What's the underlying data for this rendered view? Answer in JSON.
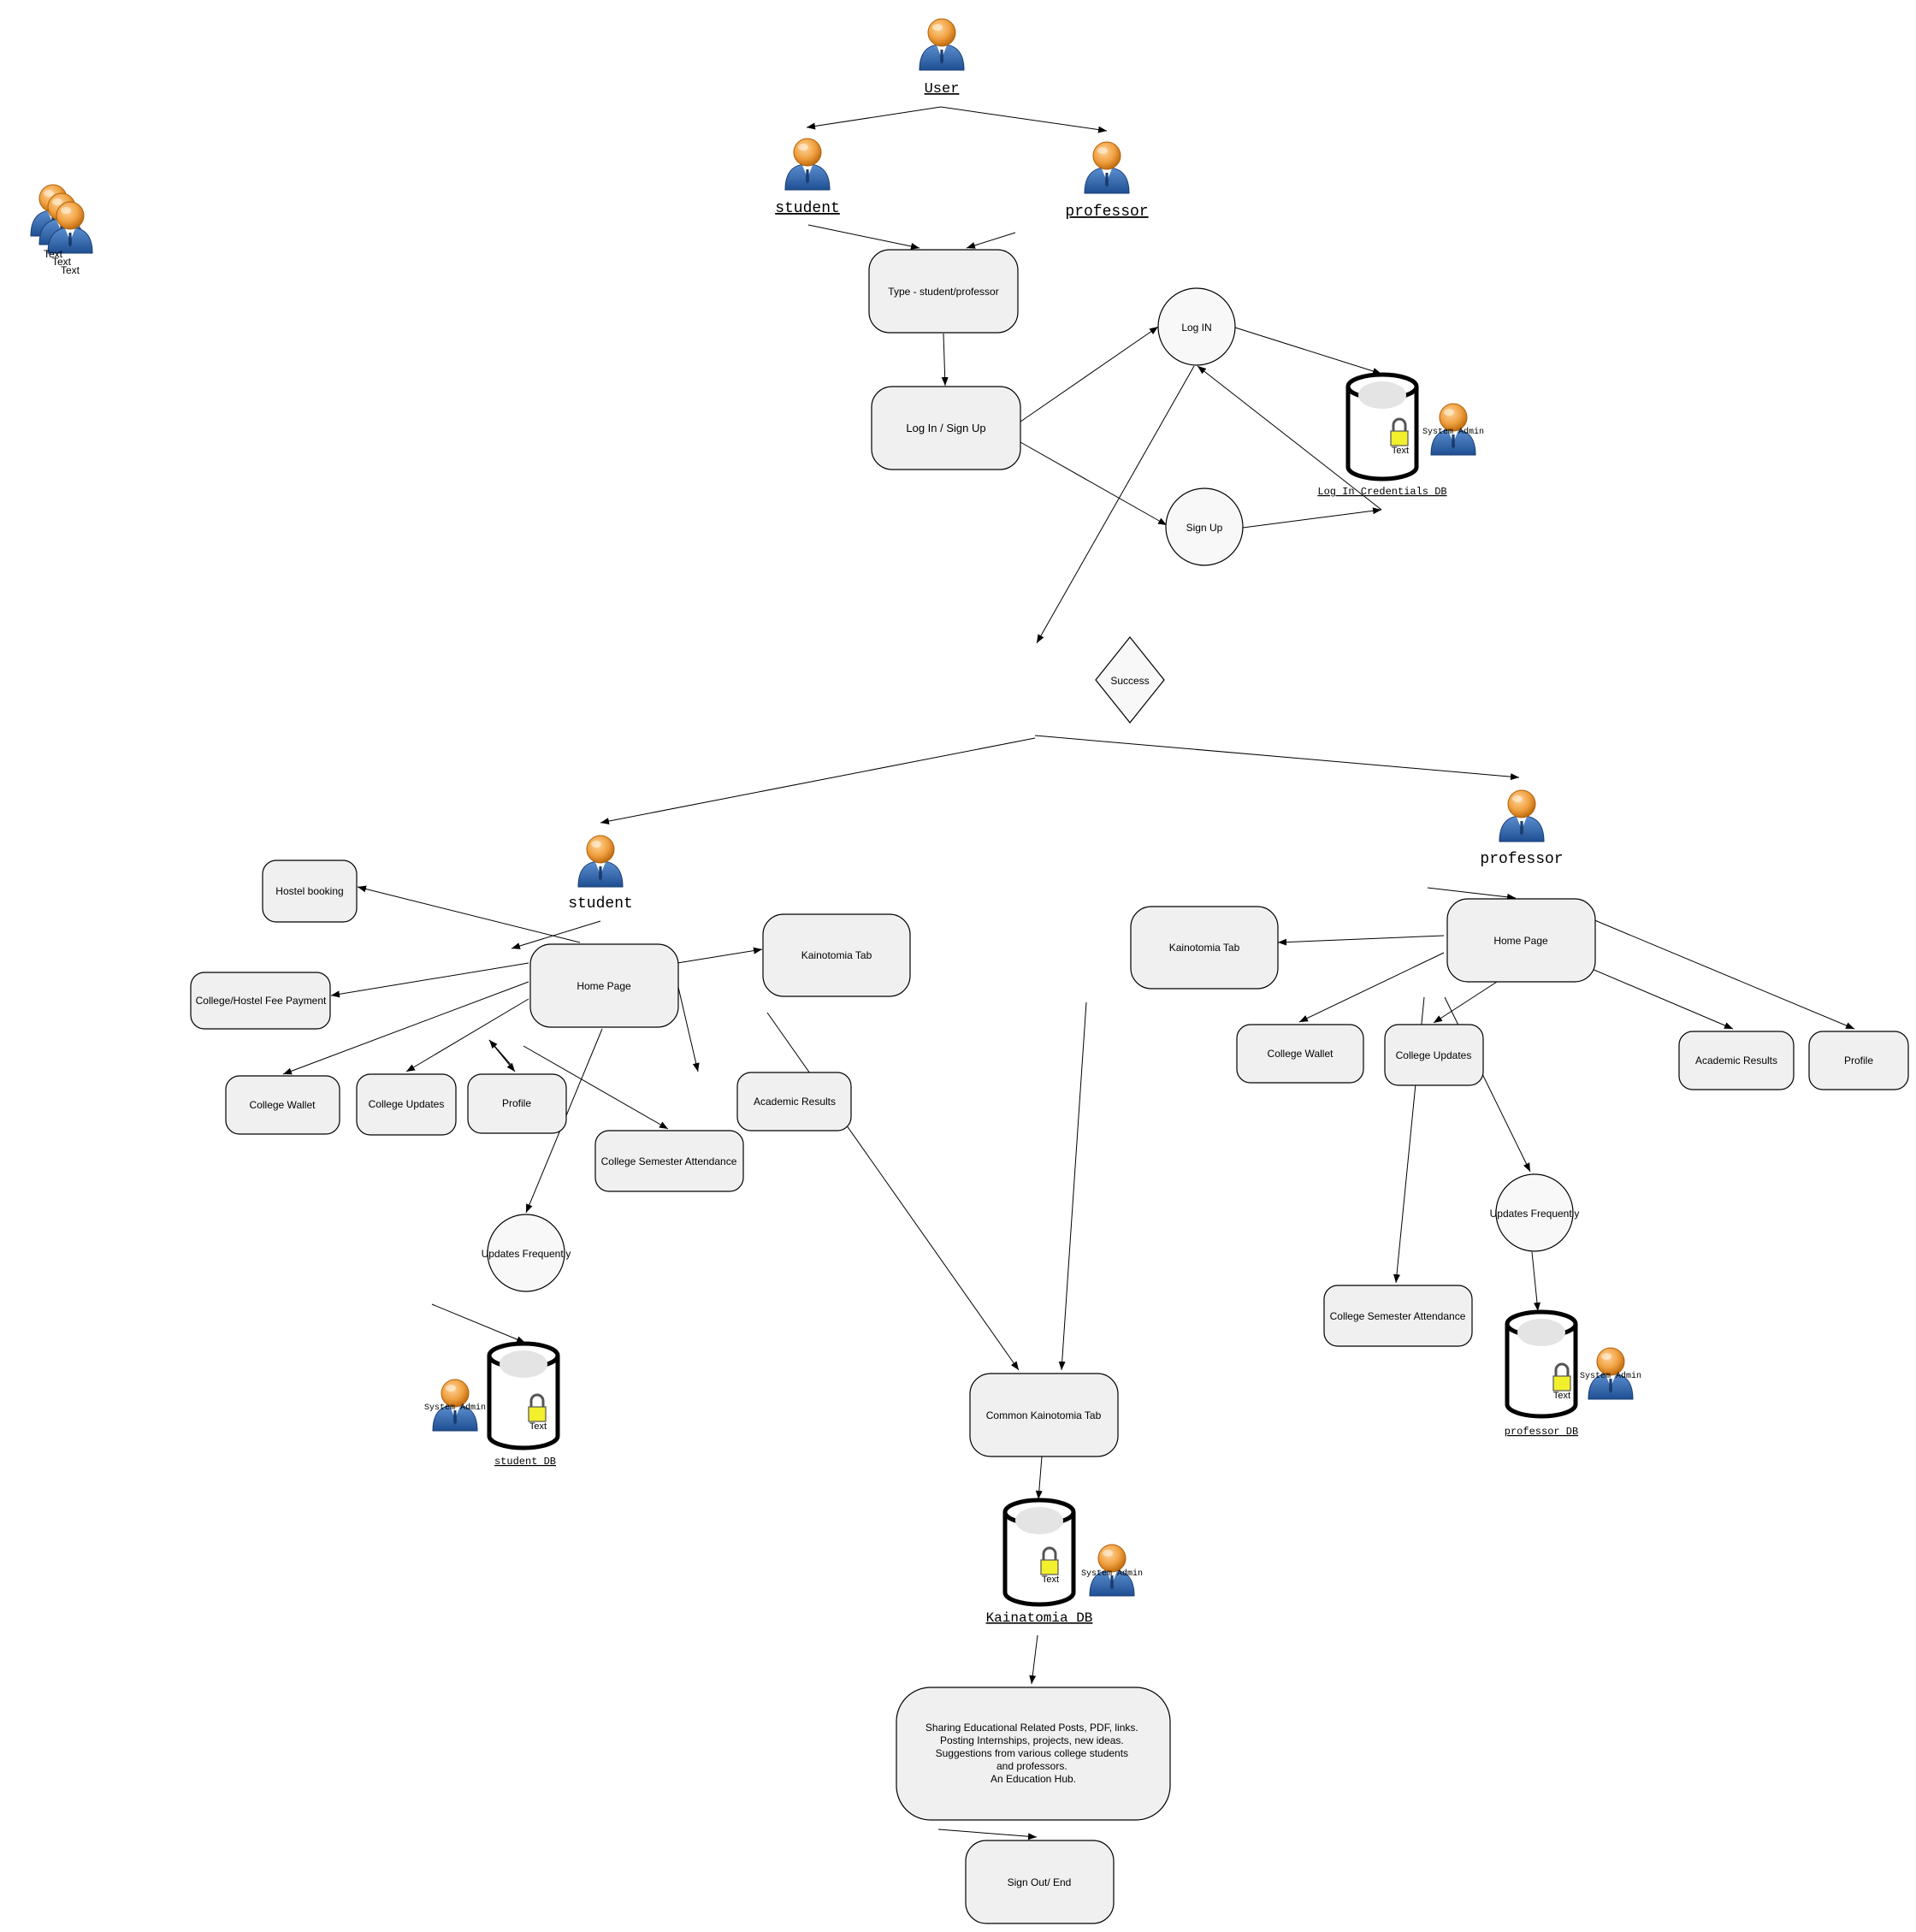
{
  "user": {
    "label": "User"
  },
  "top": {
    "student_label": "student",
    "professor_label": "professor",
    "type_box": "Type - student/professor",
    "login_signup": "Log In / Sign Up",
    "login": "Log IN",
    "signup": "Sign Up",
    "success": "Success",
    "credentials_db": {
      "label": "Log In Credentials DB",
      "lock_text": "Text",
      "admin_label": "System Admin"
    }
  },
  "group_icon": {
    "labels": [
      "Text",
      "Text",
      "Text"
    ]
  },
  "student": {
    "label": "student",
    "home": "Home Page",
    "hostel_booking": "Hostel booking",
    "fee_payment": "College/Hostel Fee Payment",
    "wallet": "College Wallet",
    "updates": "College Updates",
    "profile": "Profile",
    "attendance": "College Semester Attendance",
    "kainotomia_tab": "Kainotomia Tab",
    "academic_results": "Academic Results",
    "updates_frequently": "Updates Frequently",
    "db": {
      "label": "student DB",
      "lock_text": "Text",
      "admin_label": "System Admin"
    }
  },
  "professor": {
    "label": "professor",
    "home": "Home Page",
    "kainotomia_tab": "Kainotomia Tab",
    "wallet": "College Wallet",
    "updates": "College Updates",
    "academic_results": "Academic Results",
    "profile": "Profile",
    "updates_frequently": "Updates Frequently",
    "attendance": "College Semester Attendance",
    "db": {
      "label": "professor DB",
      "lock_text": "Text",
      "admin_label": "System Admin"
    }
  },
  "common": {
    "tab": "Common Kainotomia Tab",
    "db": {
      "label": "Kainatomia DB",
      "lock_text": "Text",
      "admin_label": "System Admin"
    },
    "sharing_lines": [
      "Sharing Educational Related Posts, PDF, links.",
      "Posting Internships, projects, new ideas.",
      "Suggestions from various college students",
      "and professors.",
      "An Education Hub."
    ],
    "sign_out": "Sign Out/ End"
  }
}
